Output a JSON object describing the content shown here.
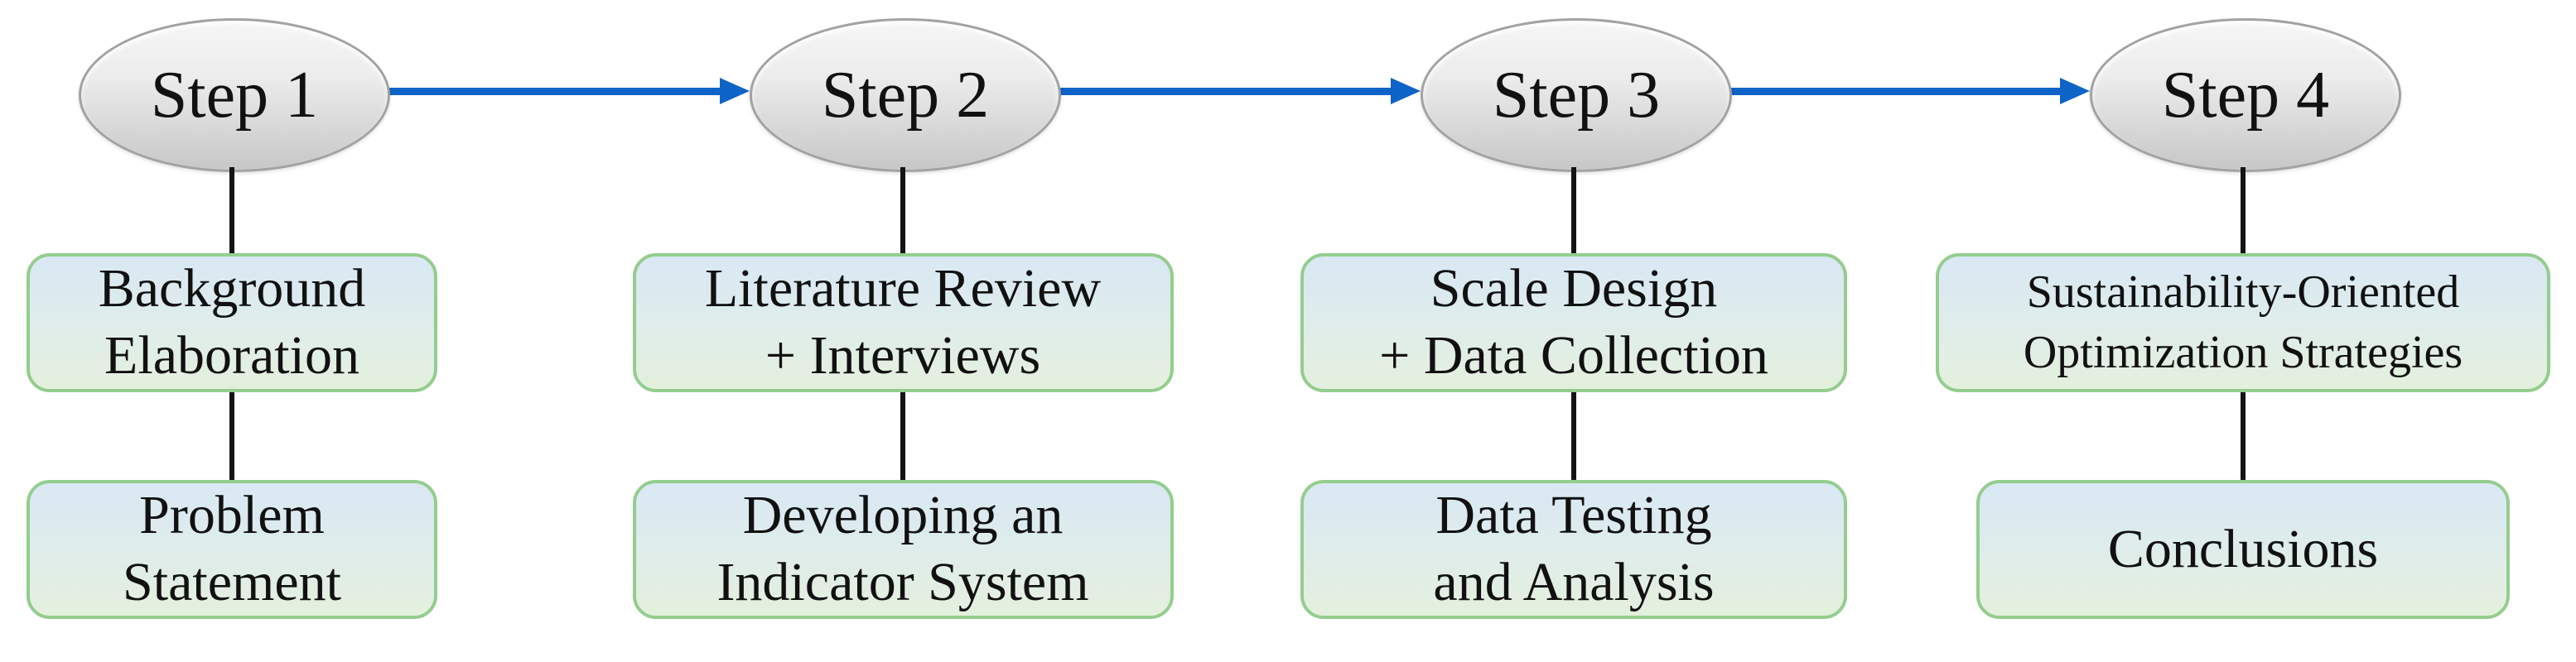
{
  "diagram": {
    "type": "flowchart",
    "orientation": "horizontal",
    "colors": {
      "arrow": "#0e63c6",
      "connector_line": "#141414",
      "box_border": "#94cd8e",
      "box_fill_top": "#d9e8f4",
      "box_fill_bottom": "#e4f0dd",
      "ellipse_fill_top": "#f6f6f6",
      "ellipse_fill_bottom": "#c7c7c7",
      "ellipse_border": "#a2a2a2",
      "text": "#111111"
    },
    "steps": [
      {
        "label": "Step 1",
        "boxes": [
          {
            "lines": [
              "Background",
              "Elaboration"
            ]
          },
          {
            "lines": [
              "Problem",
              "Statement"
            ]
          }
        ]
      },
      {
        "label": "Step 2",
        "boxes": [
          {
            "lines": [
              "Literature Review",
              "+ Interviews"
            ]
          },
          {
            "lines": [
              "Developing an",
              "Indicator System"
            ]
          }
        ]
      },
      {
        "label": "Step 3",
        "boxes": [
          {
            "lines": [
              "Scale Design",
              "+ Data Collection"
            ]
          },
          {
            "lines": [
              "Data Testing",
              "and Analysis"
            ]
          }
        ]
      },
      {
        "label": "Step 4",
        "boxes": [
          {
            "lines": [
              "Sustainability-Oriented",
              "Optimization Strategies"
            ]
          },
          {
            "lines": [
              "Conclusions"
            ]
          }
        ]
      }
    ]
  }
}
